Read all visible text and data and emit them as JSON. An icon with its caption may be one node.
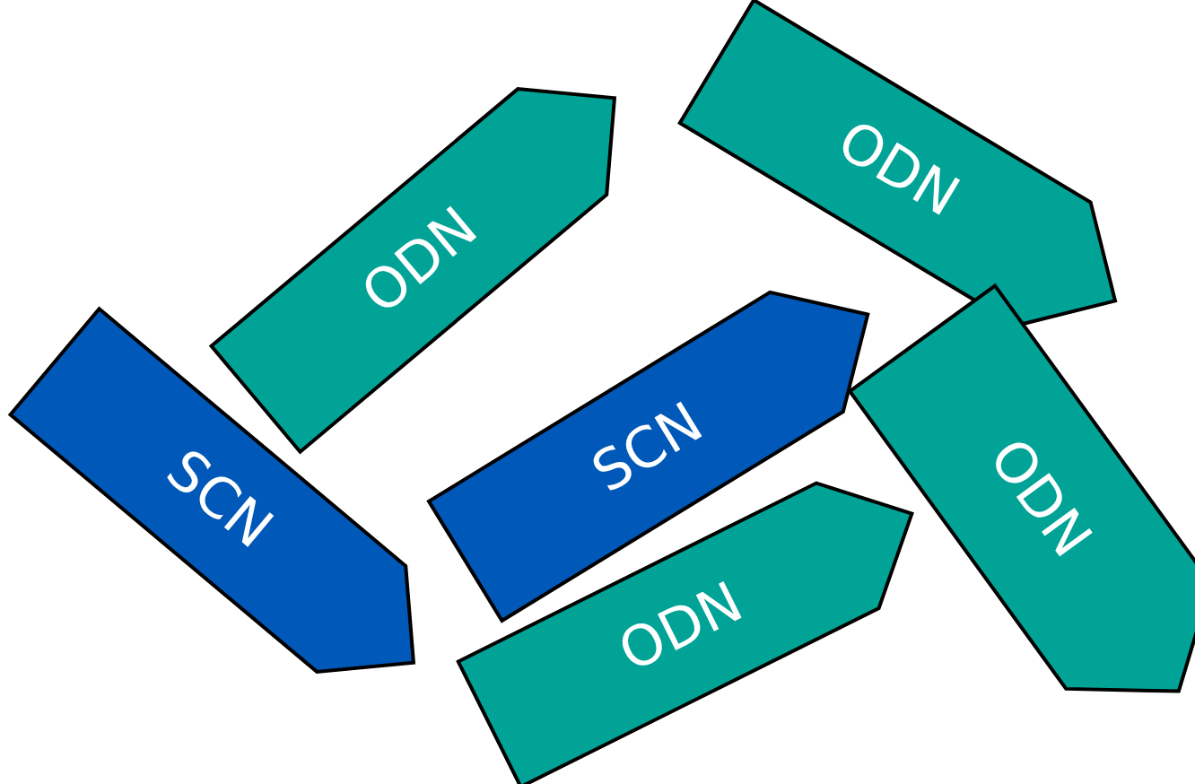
{
  "diagram": {
    "nodes": [
      {
        "text": [
          "ODN"
        ]
      },
      {
        "text": [
          "ODN"
        ]
      },
      {
        "text": [
          "SCN"
        ]
      },
      {
        "text": [
          "SCN"
        ]
      },
      {
        "text": [
          "ODN"
        ]
      },
      {
        "text": [
          "ODN"
        ]
      }
    ]
  }
}
